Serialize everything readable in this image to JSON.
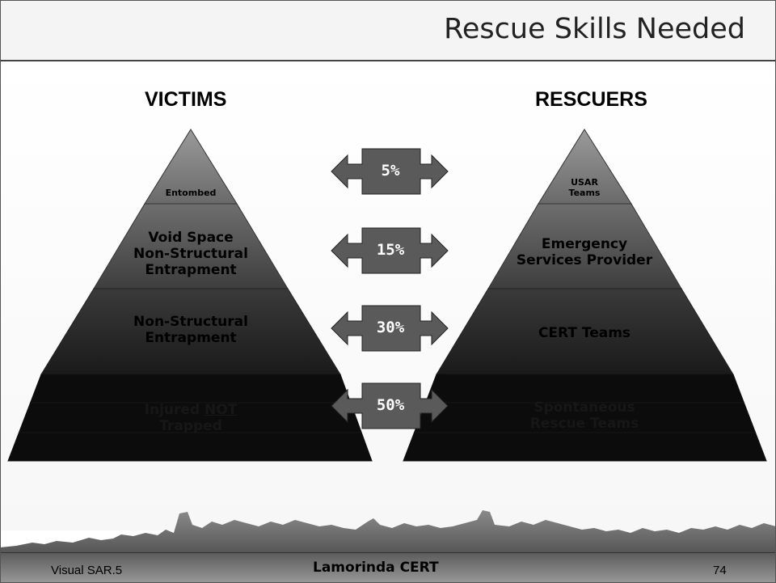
{
  "title": "Rescue Skills Needed",
  "columns": {
    "left": "VICTIMS",
    "right": "RESCUERS"
  },
  "victims": [
    {
      "lines": [
        "Entombed"
      ]
    },
    {
      "lines": [
        "Void Space",
        "Non-Structural",
        "Entrapment"
      ]
    },
    {
      "lines": [
        "Non-Structural",
        "Entrapment"
      ]
    },
    {
      "line1_a": "Injured ",
      "line1_b": "NOT",
      "line2": "Trapped"
    }
  ],
  "rescuers": [
    {
      "lines": [
        "USAR",
        "Teams"
      ]
    },
    {
      "lines": [
        "Emergency",
        "Services Provider"
      ]
    },
    {
      "lines": [
        "CERT Teams"
      ]
    },
    {
      "lines": [
        "Spontaneous",
        "Rescue Teams"
      ]
    }
  ],
  "percentages": [
    "5%",
    "15%",
    "30%",
    "50%"
  ],
  "footer": {
    "left": "Visual SAR.5",
    "center": "Lamorinda CERT",
    "page": "74"
  },
  "colors": {
    "tier1": "#777777",
    "tier2": "#4a4a4a",
    "tier3": "#262626",
    "tier4": "#0c0c0c",
    "arrow": "#5a5a5a"
  }
}
